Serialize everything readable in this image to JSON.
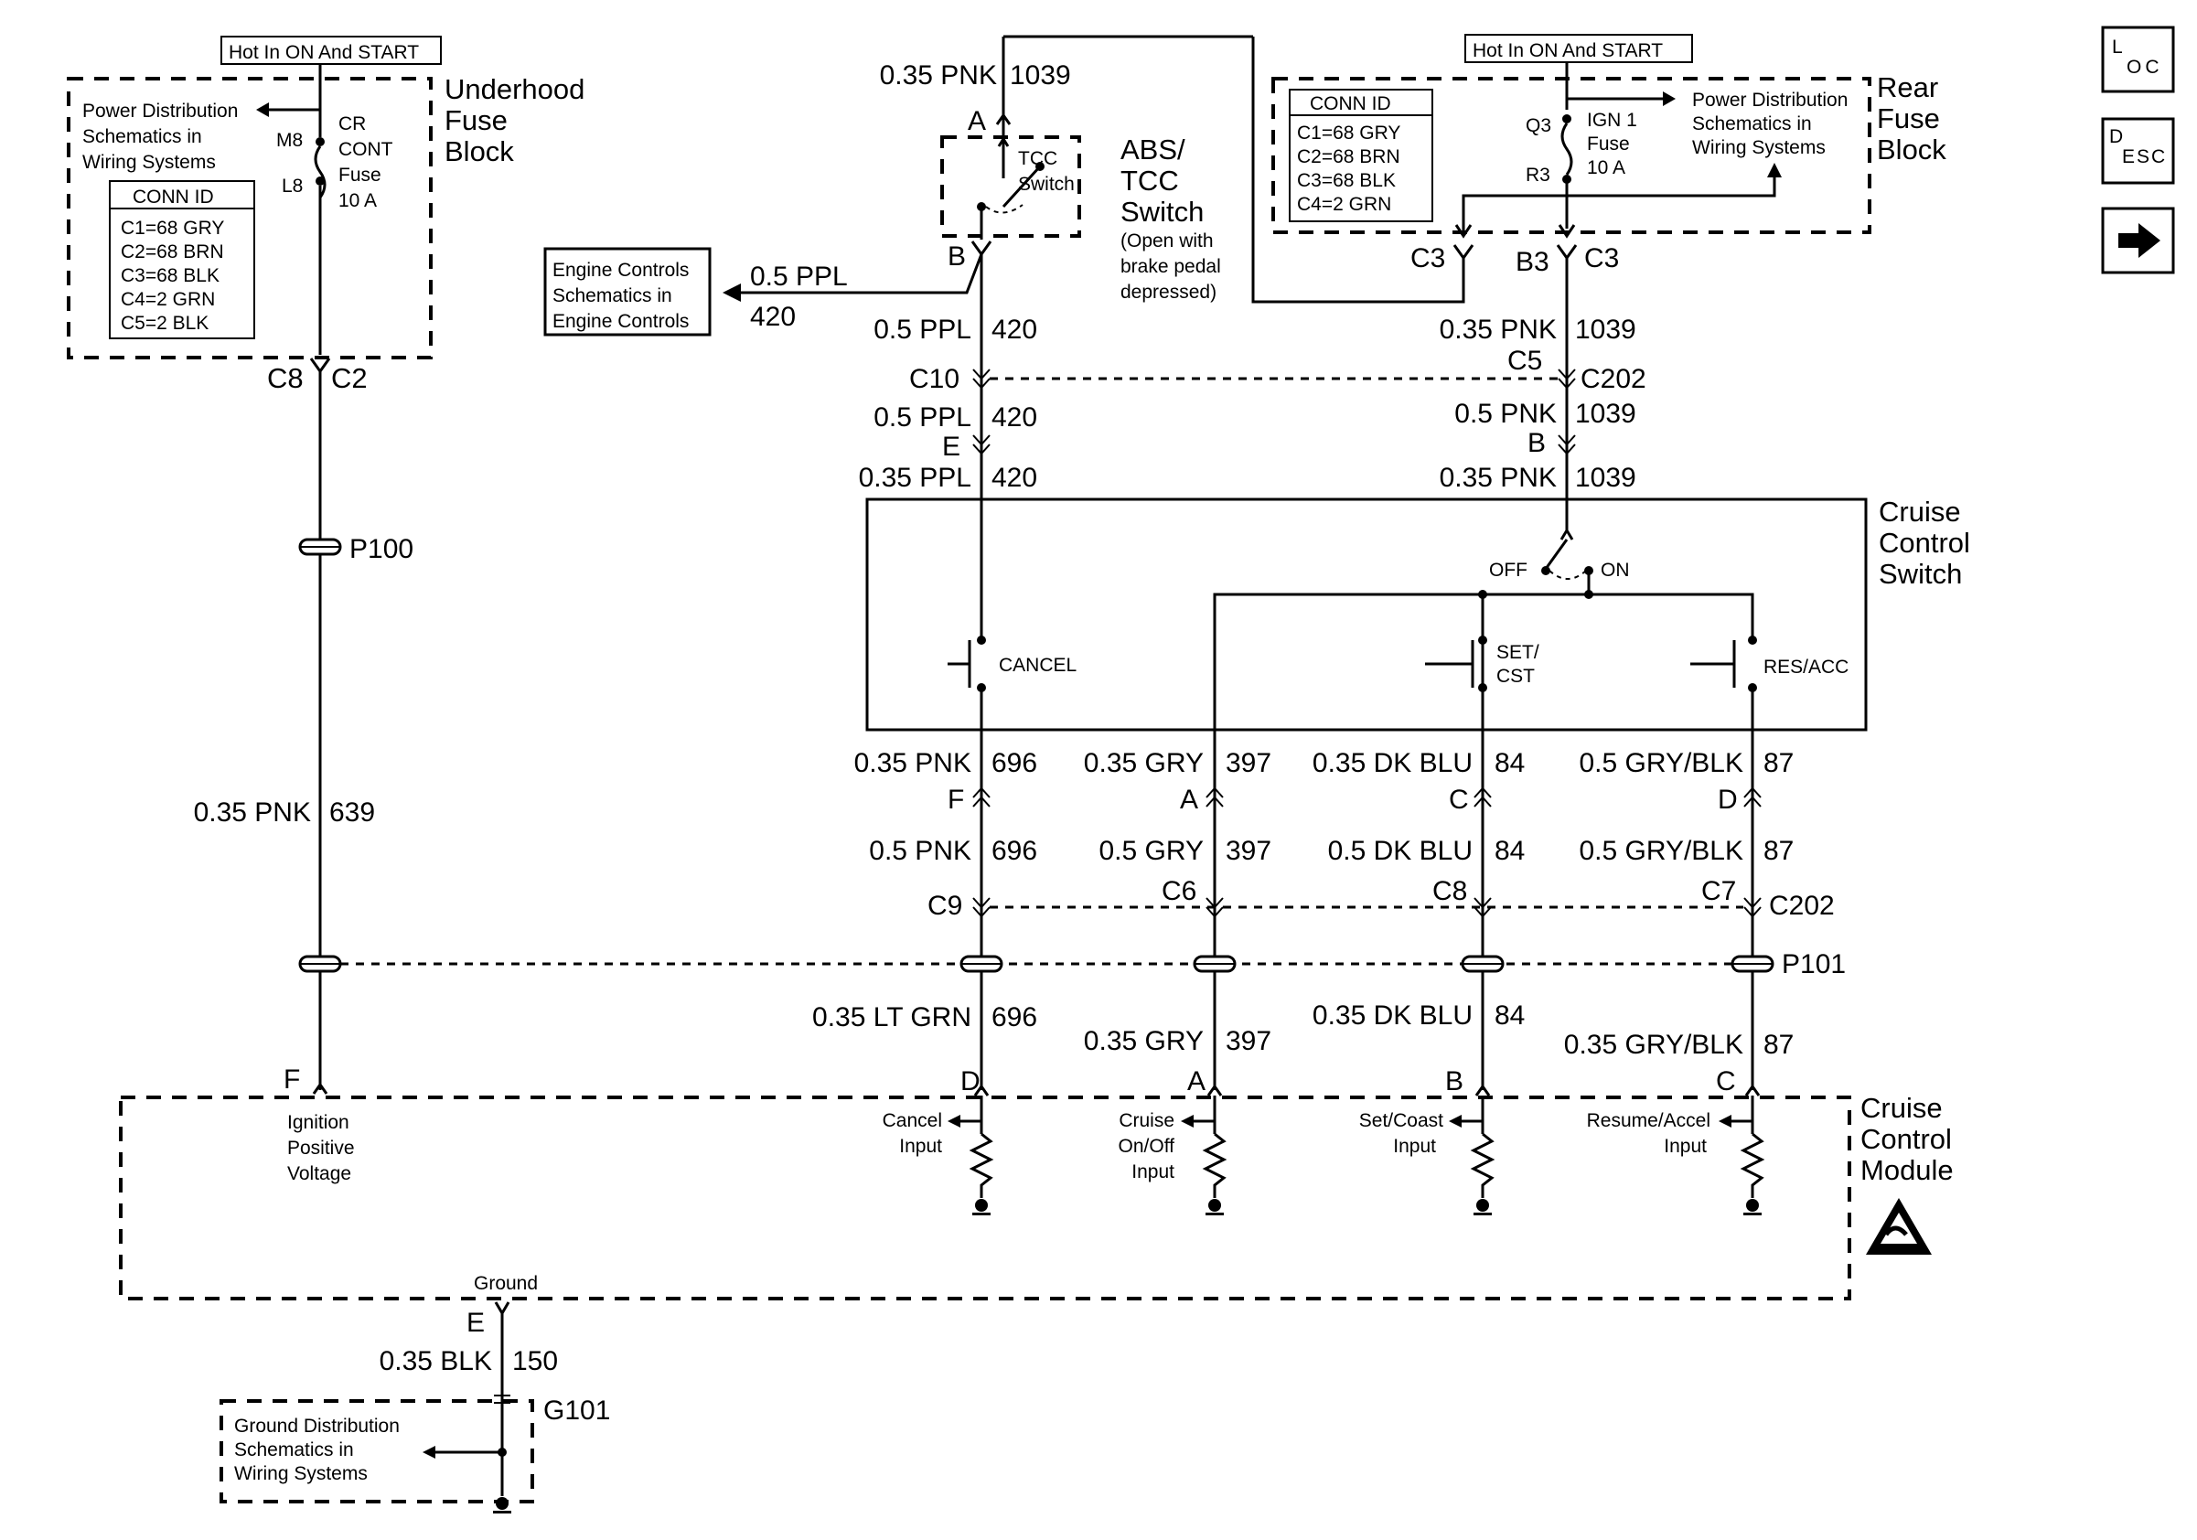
{
  "nav": {
    "loc": {
      "big": "L",
      "small": "OC"
    },
    "desc": {
      "big": "D",
      "small": "ESC"
    },
    "next_icon": "right-arrow-icon"
  },
  "underhood": {
    "hot": "Hot In ON And START",
    "pd": [
      "Power Distribution",
      "Schematics in",
      "Wiring Systems"
    ],
    "fuse": [
      "CR",
      "CONT",
      "Fuse",
      "10 A"
    ],
    "pins": [
      "M8",
      "L8"
    ],
    "conn": [
      "CONN ID",
      "C1=68 GRY",
      "C2=68 BRN",
      "C3=68 BLK",
      "C4=2 GRN",
      "C5=2 BLK"
    ],
    "name": [
      "Underhood",
      "Fuse",
      "Block"
    ],
    "out_left": "C8",
    "out_right": "C2"
  },
  "abs": {
    "wire_top": "0.35 PNK",
    "circuit_top": "1039",
    "pin_a": "A",
    "pin_b": "B",
    "switch": [
      "TCC",
      "Switch"
    ],
    "name": [
      "ABS/",
      "TCC",
      "Switch"
    ],
    "note": [
      "(Open with",
      "brake pedal",
      "depressed)"
    ]
  },
  "engine": {
    "box": [
      "Engine Controls",
      "Schematics in",
      "Engine Controls"
    ],
    "wire": "0.5 PPL",
    "circuit": "420"
  },
  "rear": {
    "hot": "Hot In ON And START",
    "conn": [
      "CONN ID",
      "C1=68 GRY",
      "C2=68 BRN",
      "C3=68 BLK",
      "C4=2 GRN"
    ],
    "pins": [
      "Q3",
      "R3"
    ],
    "fuse": [
      "IGN 1",
      "Fuse",
      "10 A"
    ],
    "pd": [
      "Power Distribution",
      "Schematics in",
      "Wiring Systems"
    ],
    "name": [
      "Rear",
      "Fuse",
      "Block"
    ],
    "out": [
      "C3",
      "B3",
      "C3"
    ]
  },
  "left_col": {
    "ppl1": "0.5 PPL",
    "c1": "420",
    "c10": "C10",
    "ppl2": "0.5 PPL",
    "c2": "420",
    "e": "E",
    "ppl3": "0.35 PPL",
    "c3": "420"
  },
  "right_col": {
    "pnk1": "0.35 PNK",
    "c1": "1039",
    "c5": "C5",
    "c202": "C202",
    "pnk2": "0.5 PNK",
    "c2": "1039",
    "b": "B",
    "pnk3": "0.35 PNK",
    "c3": "1039"
  },
  "ccs": {
    "name": [
      "Cruise",
      "Control",
      "Switch"
    ],
    "off": "OFF",
    "on": "ON",
    "cancel": "CANCEL",
    "set": [
      "SET/",
      "CST"
    ],
    "res": "RES/ACC"
  },
  "p100": {
    "label": "P100",
    "wire": "0.35 PNK",
    "circuit": "639",
    "pin": "F"
  },
  "cols": [
    {
      "w1": "0.35 PNK",
      "c1": "696",
      "pin1": "F",
      "w2": "0.5 PNK",
      "c2": "696",
      "conn": "C9",
      "w3": "0.35 LT GRN",
      "c3": "696",
      "pin2": "D",
      "input": [
        "Cancel",
        "Input"
      ]
    },
    {
      "w1": "0.35 GRY",
      "c1": "397",
      "pin1": "A",
      "w2": "0.5 GRY",
      "c2": "397",
      "conn": "C6",
      "w3": "0.35 GRY",
      "c3": "397",
      "pin2": "A",
      "input": [
        "Cruise",
        "On/Off",
        "Input"
      ]
    },
    {
      "w1": "0.35 DK BLU",
      "c1": "84",
      "pin1": "C",
      "w2": "0.5 DK BLU",
      "c2": "84",
      "conn": "C8",
      "w3": "0.35 DK BLU",
      "c3": "84",
      "pin2": "B",
      "input": [
        "Set/Coast",
        "Input"
      ]
    },
    {
      "w1": "0.5 GRY/BLK",
      "c1": "87",
      "pin1": "D",
      "w2": "0.5 GRY/BLK",
      "c2": "87",
      "conn": "C7",
      "w3": "0.35 GRY/BLK",
      "c3": "87",
      "pin2": "C",
      "input": [
        "Resume/Accel",
        "Input"
      ]
    }
  ],
  "c202_lower": "C202",
  "p101": "P101",
  "module": {
    "name": [
      "Cruise",
      "Control",
      "Module"
    ],
    "ign": [
      "Ignition",
      "Positive",
      "Voltage"
    ],
    "ground": "Ground",
    "esd_icon": "esd-warning-icon"
  },
  "ground": {
    "pin": "E",
    "wire": "0.35 BLK",
    "circuit": "150",
    "label": "G101",
    "box": [
      "Ground Distribution",
      "Schematics in",
      "Wiring Systems"
    ]
  }
}
